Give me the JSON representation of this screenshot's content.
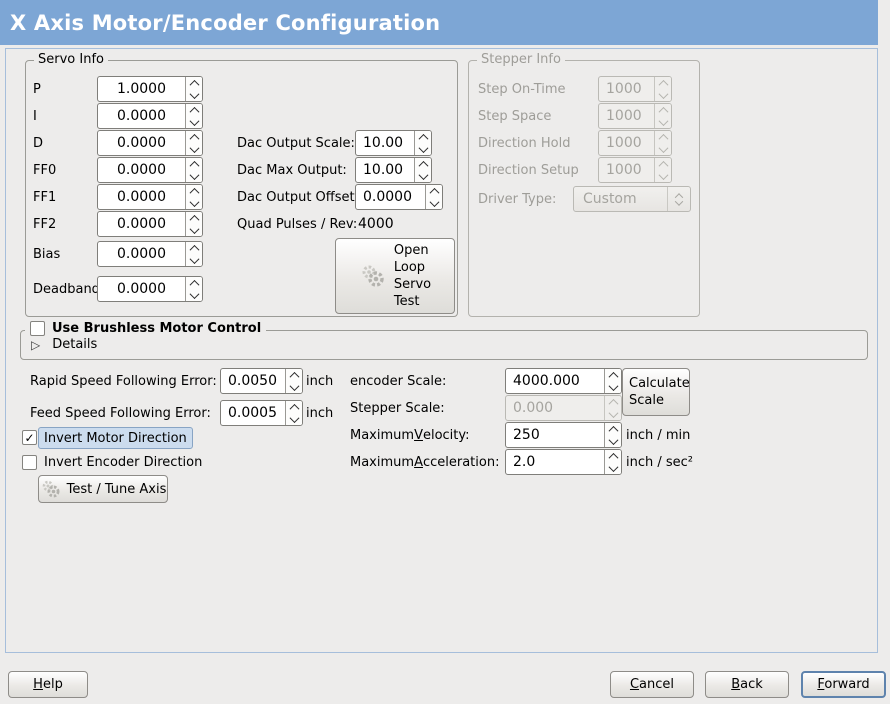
{
  "window": {
    "title": "X Axis Motor/Encoder Configuration"
  },
  "colors": {
    "titlebar": "#7da6d5",
    "background": "#edeceb",
    "panel_border": "#a6bedb",
    "highlight_bg": "#ccdcee",
    "highlight_border": "#88a4c4"
  },
  "icons": {
    "check": "✓",
    "details_arrow": "▷",
    "gears": "gears-icon"
  },
  "servo_frame": {
    "legend": "Servo Info",
    "rows": [
      {
        "label": "P",
        "value": "1.0000"
      },
      {
        "label": "I",
        "value": "0.0000"
      },
      {
        "label": "D",
        "value": "0.0000"
      },
      {
        "label": "FF0",
        "value": "0.0000"
      },
      {
        "label": "FF1",
        "value": "0.0000"
      },
      {
        "label": "FF2",
        "value": "0.0000"
      },
      {
        "label": "Bias",
        "value": "0.0000"
      },
      {
        "label": "Deadband",
        "value": "0.0000"
      }
    ]
  },
  "dac": {
    "rows": [
      {
        "label": "Dac Output Scale:",
        "value": "10.00"
      },
      {
        "label": "Dac Max Output:",
        "value": "10.00"
      },
      {
        "label": "Dac Output Offset:",
        "value": "0.0000"
      }
    ],
    "quad_label": "Quad Pulses / Rev:",
    "quad_value": "4000",
    "open_loop_button": "Open\nLoop\nServo\nTest"
  },
  "stepper_frame": {
    "legend": "Stepper Info",
    "rows": [
      {
        "label": "Step On-Time",
        "value": "1000"
      },
      {
        "label": "Step Space",
        "value": "1000"
      },
      {
        "label": "Direction Hold",
        "value": "1000"
      },
      {
        "label": "Direction Setup",
        "value": "1000"
      }
    ],
    "driver_type_label": "Driver Type:",
    "driver_type_value": "Custom"
  },
  "brushless": {
    "checkbox_label": "Use Brushless Motor Control",
    "details_label": "Details"
  },
  "errors": {
    "rapid_label": "Rapid Speed Following Error:",
    "rapid_value": "0.0050",
    "rapid_unit": "inch",
    "feed_label": "Feed Speed Following Error:",
    "feed_value": "0.0005",
    "feed_unit": "inch"
  },
  "scales": {
    "encoder_label": "encoder Scale:",
    "encoder_value": "4000.000",
    "calculate_button": "Calculate\nScale",
    "stepper_label": "Stepper Scale:",
    "stepper_value": "0.000",
    "velocity_label": {
      "pre": "Maximum ",
      "k": "V",
      "post": "elocity:"
    },
    "velocity_value": "250",
    "velocity_unit": "inch / min",
    "accel_label": {
      "pre": "Maximum ",
      "k": "A",
      "post": "cceleration:"
    },
    "accel_value": "2.0",
    "accel_unit": "inch / sec²"
  },
  "inverts": {
    "motor_label": "Invert Motor Direction",
    "encoder_label": "Invert Encoder Direction",
    "test_button": "Test / Tune Axis"
  },
  "footer": {
    "help": {
      "k": "H",
      "post": "elp"
    },
    "cancel": {
      "k": "C",
      "post": "ancel"
    },
    "back": {
      "k": "B",
      "post": "ack"
    },
    "forward": {
      "k": "F",
      "post": "orward"
    }
  }
}
